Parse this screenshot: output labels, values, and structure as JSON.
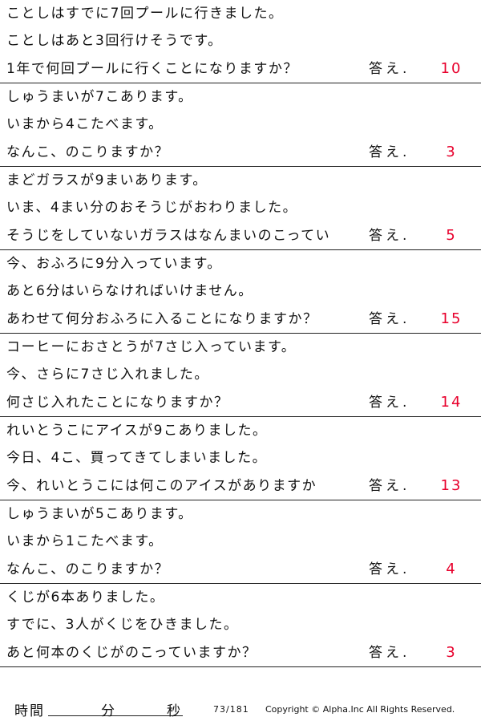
{
  "problems": [
    {
      "lines": [
        "ことしはすでに7回プールに行きました。",
        "ことしはあと3回行けそうです。",
        "1年で何回プールに行くことになりますか？"
      ],
      "answer_label": "答え.",
      "answer": "10"
    },
    {
      "lines": [
        "しゅうまいが7こあります。",
        "いまから4こたべます。",
        "なんこ、のこりますか？"
      ],
      "answer_label": "答え.",
      "answer": "3"
    },
    {
      "lines": [
        "まどガラスが9まいあります。",
        "いま、4まい分のおそうじがおわりました。",
        "そうじをしていないガラスはなんまいのこってい"
      ],
      "answer_label": "答え.",
      "answer": "5"
    },
    {
      "lines": [
        "今、おふろに9分入っています。",
        "あと6分はいらなければいけません。",
        "あわせて何分おふろに入ることになりますか？"
      ],
      "answer_label": "答え.",
      "answer": "15"
    },
    {
      "lines": [
        "コーヒーにおさとうが7さじ入っています。",
        "今、さらに7さじ入れました。",
        "何さじ入れたことになりますか？"
      ],
      "answer_label": "答え.",
      "answer": "14"
    },
    {
      "lines": [
        "れいとうこにアイスが9こありました。",
        "今日、4こ、買ってきてしまいました。",
        "今、れいとうこには何このアイスがありますか"
      ],
      "answer_label": "答え.",
      "answer": "13"
    },
    {
      "lines": [
        "しゅうまいが5こあります。",
        "いまから1こたべます。",
        "なんこ、のこりますか？"
      ],
      "answer_label": "答え.",
      "answer": "4"
    },
    {
      "lines": [
        "くじが6本ありました。",
        "すでに、3人がくじをひきました。",
        "あと何本のくじがのこっていますか？"
      ],
      "answer_label": "答え.",
      "answer": "3"
    }
  ],
  "footer": {
    "time_label": "時間",
    "minutes_label": "分",
    "seconds_label": "秒",
    "page": "73/181",
    "copyright": "Copyright ©  Alpha.Inc All Rights Reserved."
  },
  "colors": {
    "answer": "#e8002c",
    "text": "#111111",
    "rule": "#222222"
  }
}
